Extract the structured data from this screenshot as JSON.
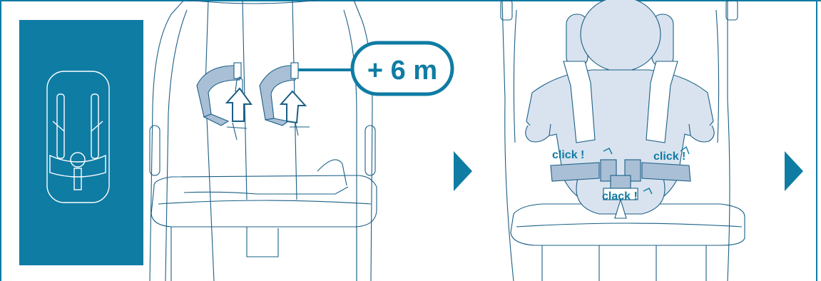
{
  "colors": {
    "accent": "#0f7ca4",
    "strap_fill": "#a9bfd6",
    "baby_fill": "#d9e3ef",
    "line": "#1a5f86",
    "background": "#ffffff"
  },
  "icons": {
    "seat_pad": "seat-liner-icon",
    "next_step_1": "arrow-right-icon",
    "next_step_2": "arrow-right-icon"
  },
  "panel_1": {
    "age_badge": "+ 6 m"
  },
  "panel_2": {
    "click_left": "click !",
    "click_right": "click !",
    "clack": "clack !"
  }
}
